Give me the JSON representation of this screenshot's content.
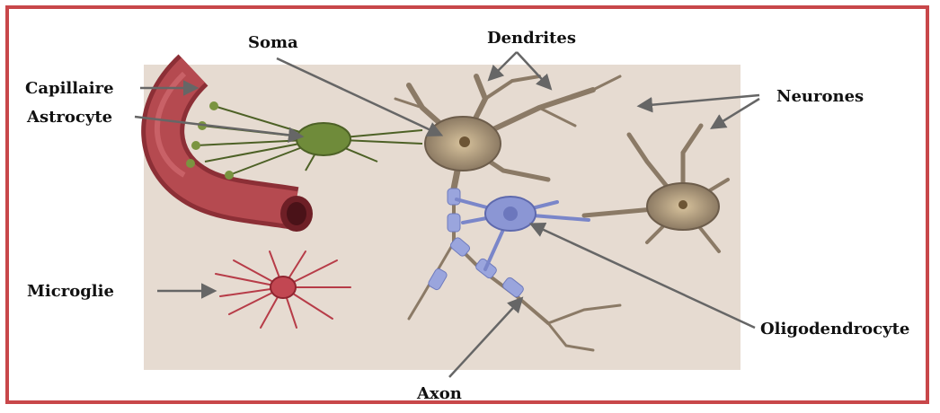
{
  "labels": {
    "soma": "Soma",
    "dendrites": "Dendrites",
    "capillaire": "Capillaire",
    "astrocyte": "Astrocyte",
    "neurones": "Neurones",
    "microglie": "Microglie",
    "oligodendrocyte": "Oligodendrocyte",
    "axon": "Axon"
  },
  "colors": {
    "frame": "#c8474a",
    "background_panel": "#e6dbd1",
    "capillary": "#a33f44",
    "astrocyte": "#6f8b3a",
    "neuron": "#958572",
    "microglia": "#b73c48",
    "oligodendrocyte": "#8b96d4",
    "arrow": "#666666"
  }
}
